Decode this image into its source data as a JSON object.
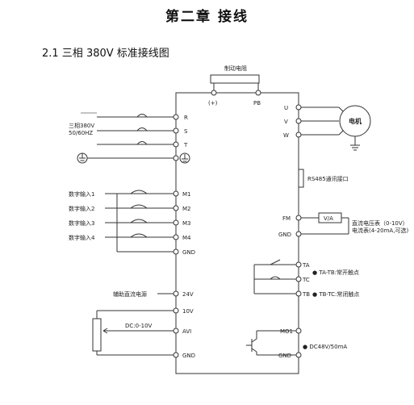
{
  "header": {
    "chapter_title": "第二章    接线",
    "section_title": "2.1 三相 380V 标准接线图"
  },
  "diagram": {
    "brake_resistor": "制动电阻",
    "plus_terminal": "(+)",
    "pb_terminal": "PB",
    "input_label_line1": "三相380V",
    "input_label_line2": "50/60HZ",
    "terminals_left": {
      "R": "R",
      "S": "S",
      "T": "T",
      "M1": "M1",
      "M2": "M2",
      "M3": "M3",
      "M4": "M4",
      "GND1": "GND",
      "V24": "24V",
      "V10": "10V",
      "AVI": "AVI",
      "GND2": "GND"
    },
    "digital_inputs": [
      "数字输入1",
      "数字输入2",
      "数字输入3",
      "数字输入4"
    ],
    "aux_power": "辅助直流电源",
    "pot_range": "DC:0-10V",
    "terminals_right": {
      "U": "U",
      "V": "V",
      "W": "W",
      "FM": "FM",
      "GND": "GND",
      "TA": "TA",
      "TC": "TC",
      "TB": "TB",
      "MO1": "MO1",
      "GND2": "GND"
    },
    "motor": "电机",
    "rs485": "RS485通讯接口",
    "meter": "V/A",
    "meter_desc_line1": "直流电压表（0-10V）",
    "meter_desc_line2": "电流表(4-20mA,可选)",
    "relay_ta_tb": "● TA-TB:常开触点",
    "relay_tb_tc": "● TB-TC:常闭触点",
    "mo_rating": "● DC48V/50mA"
  }
}
